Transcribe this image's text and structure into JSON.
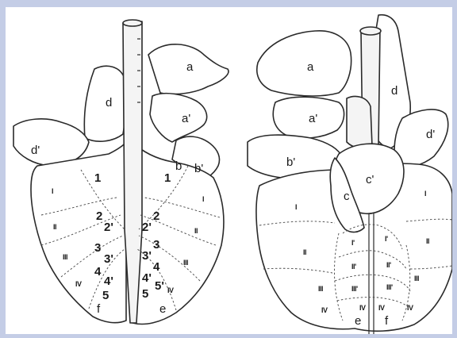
{
  "diagram": {
    "left_view": {
      "lobe_labels": {
        "a": "a",
        "a_prime": "a'",
        "b": "b",
        "b_prime": "b'",
        "d": "d",
        "d_prime": "d'",
        "e": "e",
        "f": "f"
      },
      "segment_labels_left": [
        "1",
        "2",
        "2'",
        "3",
        "3'",
        "4",
        "4'",
        "5"
      ],
      "segment_labels_right": [
        "1",
        "2",
        "2'",
        "3",
        "3'",
        "4",
        "4'",
        "5",
        "5'"
      ],
      "roman_left": [
        "I",
        "II",
        "III",
        "IV"
      ],
      "roman_right": [
        "I",
        "II",
        "III",
        "IV"
      ]
    },
    "right_view": {
      "lobe_labels": {
        "a": "a",
        "a_prime": "a'",
        "b_prime": "b'",
        "c": "c",
        "c_prime": "c'",
        "d": "d",
        "d_prime": "d'",
        "e": "e",
        "f": "f"
      },
      "roman_outer_left": [
        "I",
        "II",
        "III"
      ],
      "roman_outer_right": [
        "I",
        "II",
        "III"
      ],
      "roman_inner_left": [
        "I'",
        "II'",
        "III'",
        "IV"
      ],
      "roman_inner_right": [
        "I'",
        "II'",
        "III'",
        "IV"
      ],
      "roman_bottom": [
        "IV",
        "IV"
      ]
    }
  }
}
